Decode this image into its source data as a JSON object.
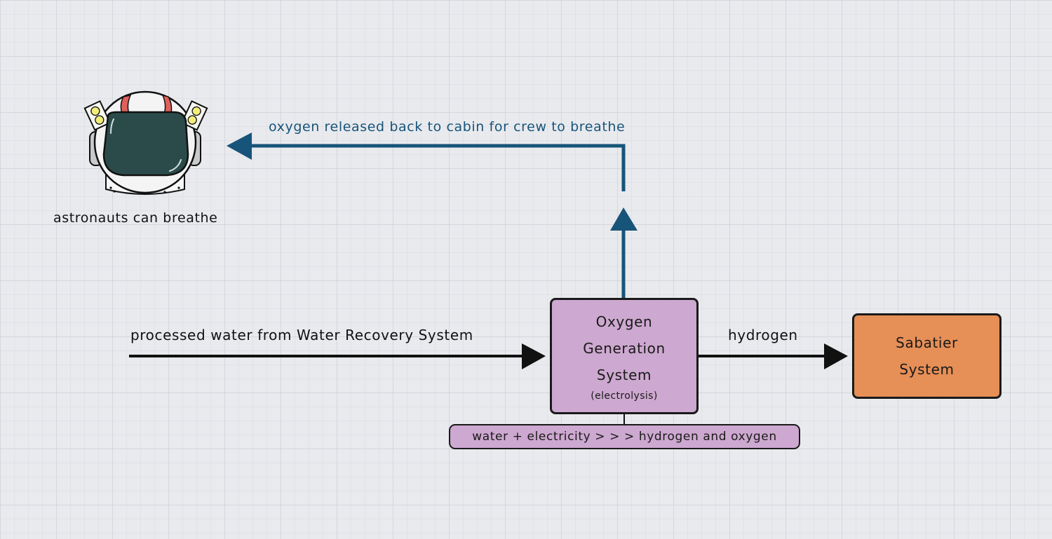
{
  "diagram": {
    "title": "Oxygen Generation System flow",
    "colors": {
      "background": "#e9eaee",
      "oxygen_flow": "#175479",
      "flow_black": "#111111",
      "ogs_fill": "#cda8d0",
      "sabatier_fill": "#e68f57",
      "visor": "#2b4b4a",
      "horns": "#e0605b",
      "lamps": "#f3ee7a"
    },
    "nodes": {
      "astronaut": {
        "icon": "astronaut-helmet-icon",
        "label": "astronauts can breathe"
      },
      "ogs": {
        "lines": [
          "Oxygen",
          "Generation",
          "System"
        ],
        "sub": "(electrolysis)"
      },
      "sabatier": {
        "lines": [
          "Sabatier",
          "System"
        ]
      },
      "reaction_note": {
        "text": "water + electricity > > > hydrogen and oxygen"
      }
    },
    "edges": {
      "water_in": {
        "label": "processed water from Water Recovery System",
        "from": "Water Recovery System",
        "to": "Oxygen Generation System"
      },
      "hydrogen_out": {
        "label": "hydrogen",
        "from": "Oxygen Generation System",
        "to": "Sabatier System"
      },
      "oxygen_out": {
        "label": "oxygen released back to cabin for crew to breathe",
        "from": "Oxygen Generation System",
        "to": "astronauts"
      }
    }
  }
}
